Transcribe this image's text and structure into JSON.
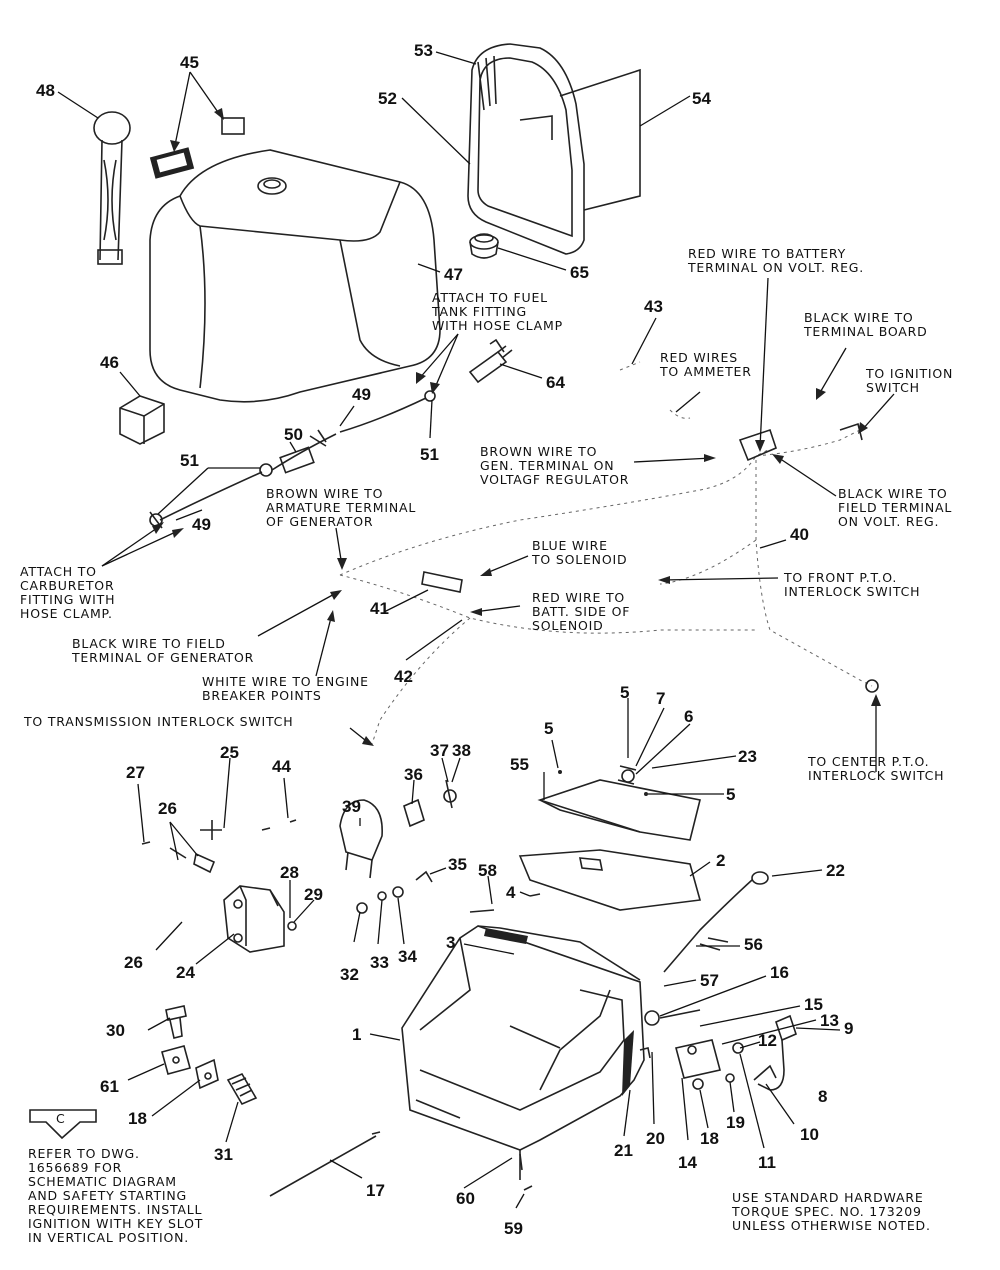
{
  "callouts": [
    {
      "id": "c1",
      "text": "1"
    },
    {
      "id": "c2",
      "text": "2"
    },
    {
      "id": "c3",
      "text": "3"
    },
    {
      "id": "c4",
      "text": "4"
    },
    {
      "id": "c5a",
      "text": "5"
    },
    {
      "id": "c5b",
      "text": "5"
    },
    {
      "id": "c5c",
      "text": "5"
    },
    {
      "id": "c6",
      "text": "6"
    },
    {
      "id": "c7",
      "text": "7"
    },
    {
      "id": "c8",
      "text": "8"
    },
    {
      "id": "c9",
      "text": "9"
    },
    {
      "id": "c10",
      "text": "10"
    },
    {
      "id": "c11",
      "text": "11"
    },
    {
      "id": "c12",
      "text": "12"
    },
    {
      "id": "c13",
      "text": "13"
    },
    {
      "id": "c14",
      "text": "14"
    },
    {
      "id": "c15",
      "text": "15"
    },
    {
      "id": "c16",
      "text": "16"
    },
    {
      "id": "c17",
      "text": "17"
    },
    {
      "id": "c18a",
      "text": "18"
    },
    {
      "id": "c18b",
      "text": "18"
    },
    {
      "id": "c19",
      "text": "19"
    },
    {
      "id": "c20",
      "text": "20"
    },
    {
      "id": "c21",
      "text": "21"
    },
    {
      "id": "c22",
      "text": "22"
    },
    {
      "id": "c23",
      "text": "23"
    },
    {
      "id": "c24",
      "text": "24"
    },
    {
      "id": "c25",
      "text": "25"
    },
    {
      "id": "c26a",
      "text": "26"
    },
    {
      "id": "c26b",
      "text": "26"
    },
    {
      "id": "c27",
      "text": "27"
    },
    {
      "id": "c28",
      "text": "28"
    },
    {
      "id": "c29",
      "text": "29"
    },
    {
      "id": "c30",
      "text": "30"
    },
    {
      "id": "c31",
      "text": "31"
    },
    {
      "id": "c32",
      "text": "32"
    },
    {
      "id": "c33",
      "text": "33"
    },
    {
      "id": "c34",
      "text": "34"
    },
    {
      "id": "c35",
      "text": "35"
    },
    {
      "id": "c36",
      "text": "36"
    },
    {
      "id": "c37",
      "text": "37"
    },
    {
      "id": "c38",
      "text": "38"
    },
    {
      "id": "c39",
      "text": "39"
    },
    {
      "id": "c40",
      "text": "40"
    },
    {
      "id": "c41",
      "text": "41"
    },
    {
      "id": "c42",
      "text": "42"
    },
    {
      "id": "c43",
      "text": "43"
    },
    {
      "id": "c44",
      "text": "44"
    },
    {
      "id": "c45",
      "text": "45"
    },
    {
      "id": "c46",
      "text": "46"
    },
    {
      "id": "c47",
      "text": "47"
    },
    {
      "id": "c48",
      "text": "48"
    },
    {
      "id": "c49a",
      "text": "49"
    },
    {
      "id": "c49b",
      "text": "49"
    },
    {
      "id": "c50",
      "text": "50"
    },
    {
      "id": "c51a",
      "text": "51"
    },
    {
      "id": "c51b",
      "text": "51"
    },
    {
      "id": "c52",
      "text": "52"
    },
    {
      "id": "c53",
      "text": "53"
    },
    {
      "id": "c54",
      "text": "54"
    },
    {
      "id": "c55",
      "text": "55"
    },
    {
      "id": "c56",
      "text": "56"
    },
    {
      "id": "c57",
      "text": "57"
    },
    {
      "id": "c58",
      "text": "58"
    },
    {
      "id": "c59",
      "text": "59"
    },
    {
      "id": "c60",
      "text": "60"
    },
    {
      "id": "c61",
      "text": "61"
    },
    {
      "id": "c64",
      "text": "64"
    },
    {
      "id": "c65",
      "text": "65"
    }
  ],
  "notes": {
    "attach_fuel_tank": [
      "ATTACH TO FUEL",
      "TANK FITTING",
      "WITH HOSE CLAMP"
    ],
    "red_wire_battery": [
      "RED WIRE TO BATTERY",
      "TERMINAL ON VOLT. REG."
    ],
    "black_wire_terminal_board": [
      "BLACK WIRE TO",
      "TERMINAL BOARD"
    ],
    "red_wires_ammeter": [
      "RED WIRES",
      "TO AMMETER"
    ],
    "to_ignition_switch": [
      "TO IGNITION",
      "SWITCH"
    ],
    "brown_wire_gen": [
      "BROWN WIRE TO",
      "GEN. TERMINAL ON",
      "VOLTAGF REGULATOR"
    ],
    "black_wire_field_volt": [
      "BLACK WIRE TO",
      "FIELD TERMINAL",
      "ON VOLT. REG."
    ],
    "brown_wire_armature": [
      "BROWN WIRE TO",
      "ARMATURE TERMINAL",
      "OF GENERATOR"
    ],
    "attach_carburetor": [
      "ATTACH TO",
      "CARBURETOR",
      "FITTING WITH",
      "HOSE CLAMP."
    ],
    "blue_wire_solenoid": [
      "BLUE WIRE",
      "TO SOLENOID"
    ],
    "front_pto": [
      "TO FRONT P.T.O.",
      "INTERLOCK SWITCH"
    ],
    "red_wire_batt_side": [
      "RED WIRE TO",
      "BATT. SIDE OF",
      "SOLENOID"
    ],
    "black_wire_field_gen": [
      "BLACK WIRE TO FIELD",
      "TERMINAL OF GENERATOR"
    ],
    "white_wire_engine": [
      "WHITE WIRE TO ENGINE",
      "BREAKER POINTS"
    ],
    "transmission_interlock": [
      "TO TRANSMISSION INTERLOCK SWITCH"
    ],
    "center_pto": [
      "TO CENTER P.T.O.",
      "INTERLOCK SWITCH"
    ],
    "refer_dwg": [
      "REFER TO DWG.",
      "1656689 FOR",
      "SCHEMATIC DIAGRAM",
      "AND SAFETY STARTING",
      "REQUIREMENTS. INSTALL",
      "IGNITION WITH KEY SLOT",
      "IN VERTICAL POSITION."
    ],
    "standard_hardware": [
      "USE STANDARD HARDWARE",
      "TORQUE SPEC. NO. 173209",
      "UNLESS OTHERWISE NOTED."
    ]
  },
  "section_marker": {
    "letter": "C"
  }
}
